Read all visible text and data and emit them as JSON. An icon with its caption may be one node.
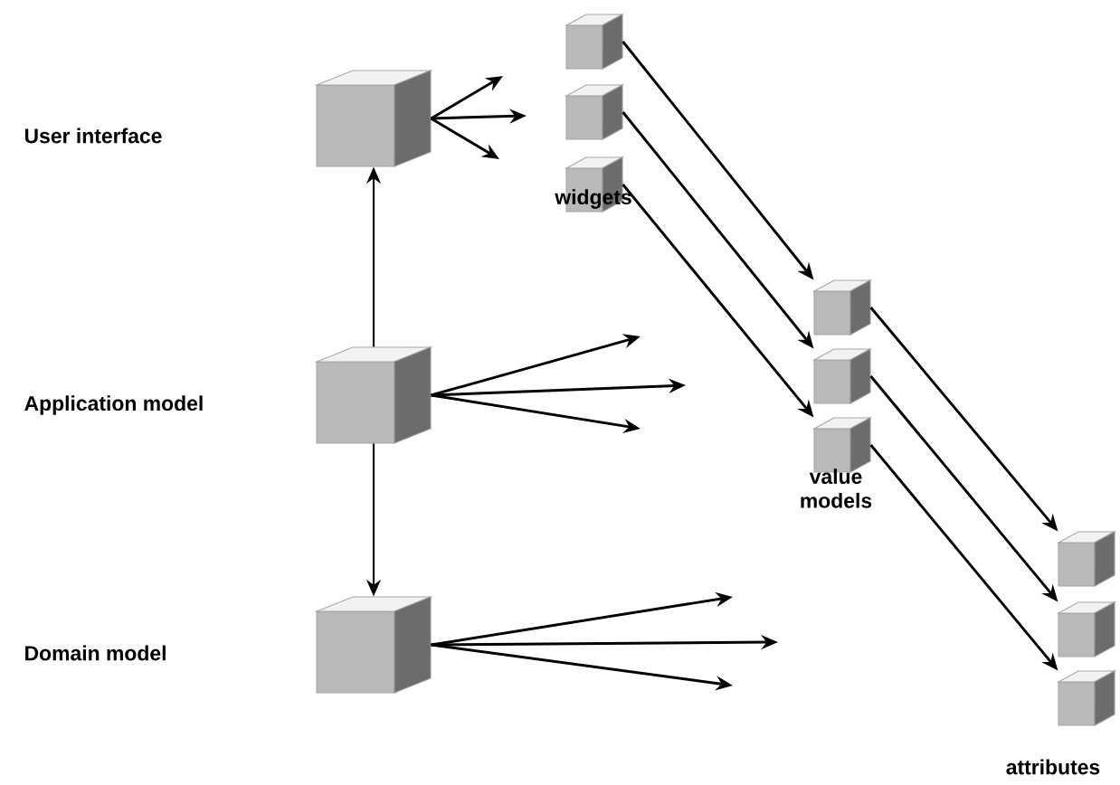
{
  "diagram": {
    "nodes": [
      {
        "text": [],
        "shape": "cube"
      },
      {
        "text": [],
        "shape": "cube"
      },
      {
        "text": [],
        "shape": "cube"
      },
      {
        "text": [],
        "shape": "cube"
      },
      {
        "text": [],
        "shape": "cube"
      },
      {
        "text": [],
        "shape": "cube"
      },
      {
        "text": [],
        "shape": "cube"
      },
      {
        "text": [],
        "shape": "cube"
      },
      {
        "text": [],
        "shape": "cube"
      },
      {
        "text": [],
        "shape": "cube"
      },
      {
        "text": [],
        "shape": "cube"
      },
      {
        "text": [],
        "shape": "cube"
      }
    ],
    "edges": [
      {
        "from": 1,
        "to": 0,
        "arrow": "to"
      },
      {
        "from": 1,
        "to": 2,
        "arrow": "to"
      },
      {
        "from": 0,
        "to": null,
        "arrow": "to"
      },
      {
        "from": 0,
        "to": null,
        "arrow": "to"
      },
      {
        "from": 0,
        "to": null,
        "arrow": "to"
      },
      {
        "from": 1,
        "to": null,
        "arrow": "to"
      },
      {
        "from": 1,
        "to": null,
        "arrow": "to"
      },
      {
        "from": 1,
        "to": null,
        "arrow": "to"
      },
      {
        "from": 2,
        "to": null,
        "arrow": "to"
      },
      {
        "from": 2,
        "to": null,
        "arrow": "to"
      },
      {
        "from": 2,
        "to": null,
        "arrow": "to"
      },
      {
        "from": 3,
        "to": 6,
        "arrow": "to"
      },
      {
        "from": 4,
        "to": 7,
        "arrow": "to"
      },
      {
        "from": 5,
        "to": 8,
        "arrow": "to"
      },
      {
        "from": 6,
        "to": 9,
        "arrow": "to"
      },
      {
        "from": 7,
        "to": 10,
        "arrow": "to"
      },
      {
        "from": 8,
        "to": 11,
        "arrow": "to"
      }
    ],
    "labels": [
      "User interface",
      "widgets",
      "Application model",
      "value models",
      "Domain model",
      "attributes"
    ]
  }
}
